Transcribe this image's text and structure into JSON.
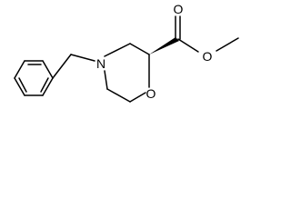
{
  "diagram": {
    "type": "chemical-structure",
    "atoms": {
      "nitrogen": "N",
      "ring_oxygen": "O",
      "carbonyl_oxygen": "O",
      "ester_oxygen": "O"
    },
    "colors": {
      "bond": "#000000",
      "label": "#000000",
      "background": "#ffffff"
    }
  }
}
